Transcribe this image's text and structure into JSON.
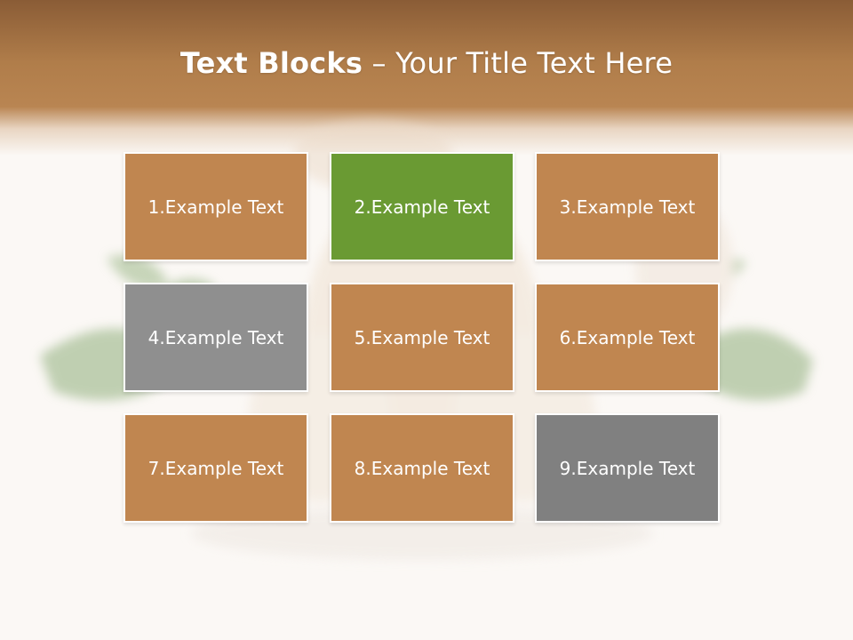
{
  "title": {
    "bold_part": "Text Blocks",
    "separator": " – ",
    "light_part": "Your Title Text Here"
  },
  "colors": {
    "header_brown": "#b07d4a",
    "block_tan": "#c08650",
    "block_green": "#6a9a33",
    "block_grey_light": "#8f8f8f",
    "block_grey_dark": "#808080"
  },
  "blocks": [
    {
      "label": "1.Example Text"
    },
    {
      "label": "2.Example Text"
    },
    {
      "label": "3.Example Text"
    },
    {
      "label": "4.Example Text"
    },
    {
      "label": "5.Example Text"
    },
    {
      "label": "6.Example Text"
    },
    {
      "label": "7.Example Text"
    },
    {
      "label": "8.Example Text"
    },
    {
      "label": "9.Example Text"
    }
  ]
}
